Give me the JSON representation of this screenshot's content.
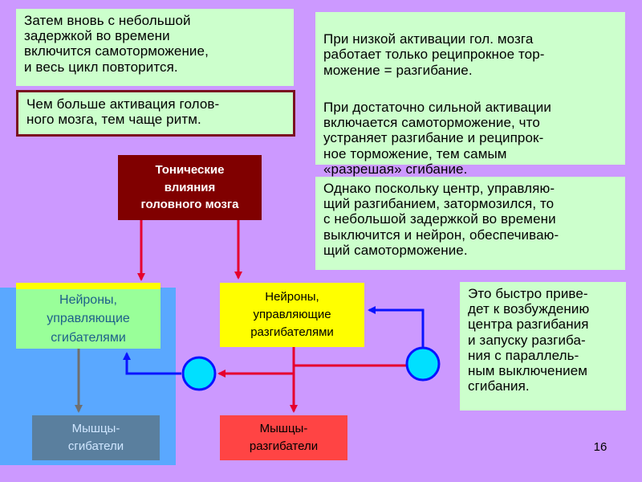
{
  "colors": {
    "background": "#cc99ff",
    "note_fill": "#ccffcc",
    "note_border": "#7a1020",
    "tonic_fill": "#800000",
    "extensor_neurons_fill": "#ffff00",
    "flexor_neurons_fill": "#99ff99",
    "flexor_panel_fill": "#5aa8ff",
    "flexor_muscle_fill": "#5a7f9e",
    "extensor_muscle_fill": "#ff4444",
    "red_arrow": "#e6002e",
    "blue_arrow": "#0a14ff",
    "gray_arrow": "#6f6f6f",
    "node_circle_fill": "#00e0ff"
  },
  "notes": {
    "top_left": "Затем вновь с небольшой\nзадержкой во времени\nвключится самоторможение,\nи весь цикл повторится.",
    "rhythm": "Чем больше активация голов-\nного мозга, тем чаще ритм.",
    "top_right_p1": "При низкой активации гол. мозга\nработает только реципрокное тор-\nможение = разгибание.",
    "top_right_p2": "При достаточно сильной активации\nвключается самоторможение, что\nустраняет разгибание и реципрок-\nное торможение, тем самым\n«разрешая» сгибание.",
    "middle_right": "Однако поскольку центр, управляю-\nщий разгибанием, затормозился, то\nс небольшой задержкой во времени\nвыключится и нейрон, обеспечиваю-\nщий самоторможение.",
    "bottom_right": "Это быстро приве-\nдет к  возбуждению\nцентра разгибания\nи запуску разгиба-\nния с параллель-\nным выключением\nсгибания."
  },
  "nodes": {
    "tonic": "Тонические\nвлияния\nголовного мозга",
    "flexor_neurons": "Нейроны,\nуправляющие\nсгибателями",
    "extensor_neurons": "Нейроны,\nуправляющие\nразгибателями",
    "flexor_muscles": "Мышцы-\nсгибатели",
    "extensor_muscles": "Мышцы-\nразгибатели"
  },
  "page_number": "16"
}
